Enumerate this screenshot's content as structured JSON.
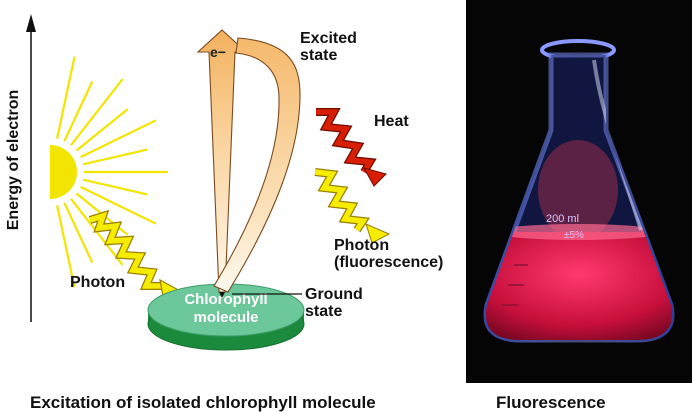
{
  "diagram": {
    "axis_label": "Energy of electron",
    "electron_label": "e−",
    "excited_state_label": "Excited\nstate",
    "heat_label": "Heat",
    "fluorescence_photon_label": "Photon\n(fluorescence)",
    "incoming_photon_label": "Photon",
    "ground_state_label": "Ground\nstate",
    "molecule_label_line1": "Chlorophyll",
    "molecule_label_line2": "molecule",
    "caption": "Excitation of isolated chlorophyll molecule"
  },
  "photo": {
    "flask_marking_volume": "200 ml",
    "flask_marking_tolerance": "±5%",
    "caption": "Fluorescence"
  },
  "colors": {
    "sun": "#f2e600",
    "sun_rays": "#f2e600",
    "photon_wave": "#f5ec00",
    "heat_wave": "#d81e05",
    "molecule_top": "#6cc79a",
    "molecule_side": "#1c8a3c",
    "electron_path": "#f8c98a",
    "fluorescence": "#e0144a"
  }
}
